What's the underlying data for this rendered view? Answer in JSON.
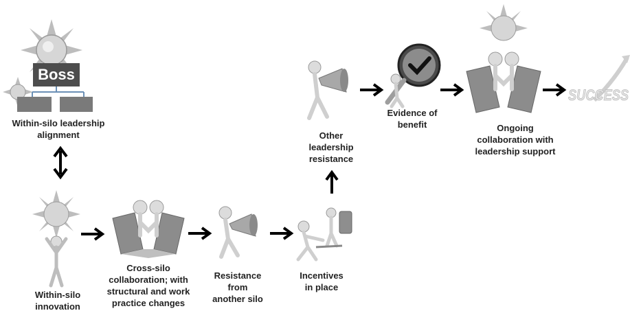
{
  "boss": {
    "title": "Boss"
  },
  "labels": {
    "within_silo_alignment": [
      "Within-silo leadership",
      "alignment"
    ],
    "within_silo_innovation": [
      "Within-silo",
      "innovation"
    ],
    "cross_silo": [
      "Cross-silo",
      "collaboration; with",
      "structural and work",
      "practice changes"
    ],
    "resistance": [
      "Resistance",
      "from",
      "another silo"
    ],
    "incentives": [
      "Incentives",
      "in place"
    ],
    "other_resistance": [
      "Other",
      "leadership",
      "resistance"
    ],
    "evidence": [
      "Evidence of",
      "benefit"
    ],
    "ongoing": [
      "Ongoing",
      "collaboration with",
      "leadership support"
    ]
  },
  "success_text": "SUCCESS",
  "colors": {
    "arrow": "#000000",
    "boss_box": "#4d4d4d",
    "sub_box": "#7a7a7a",
    "sun": "#c9c9c9",
    "figure": "#d9d9d9"
  }
}
